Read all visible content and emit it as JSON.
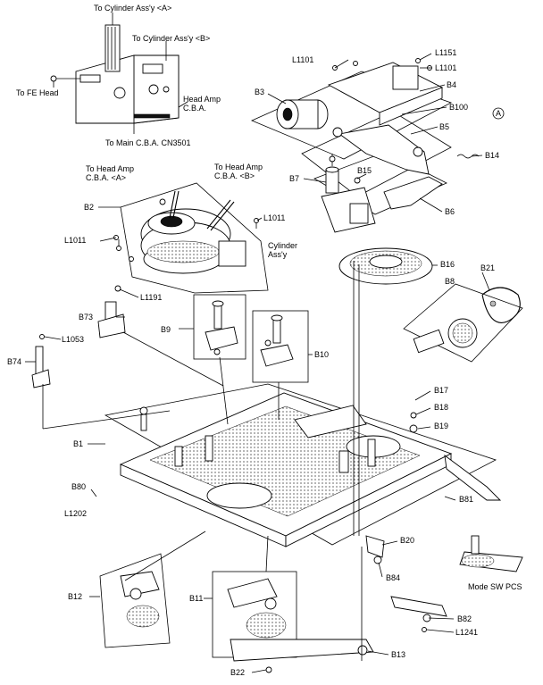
{
  "labels": {
    "cyl_a": "To Cylinder Ass'y <A>",
    "cyl_b": "To Cylinder Ass'y <B>",
    "fe_head": "To FE Head",
    "head_amp_cba": "Head Amp\nC.B.A.",
    "main_cba": "To Main C.B.A. CN3501",
    "head_amp_a": "To Head Amp\nC.B.A. <A>",
    "head_amp_b": "To Head Amp\nC.B.A. <B>",
    "cylinder_assy": "Cylinder\nAss'y",
    "mode_sw": "Mode SW PCS",
    "circle_a": "A"
  },
  "parts": [
    "L1101",
    "L1151",
    "L1101",
    "B3",
    "B4",
    "B100",
    "B5",
    "B14",
    "B7",
    "B15",
    "B6",
    "B2",
    "L1011",
    "L1011",
    "B16",
    "B21",
    "B8",
    "L1191",
    "B73",
    "B9",
    "B10",
    "L1053",
    "B74",
    "B17",
    "B18",
    "B19",
    "B1",
    "B80",
    "L1202",
    "B81",
    "B20",
    "B84",
    "B12",
    "B11",
    "B82",
    "L1241",
    "B13",
    "B22"
  ]
}
